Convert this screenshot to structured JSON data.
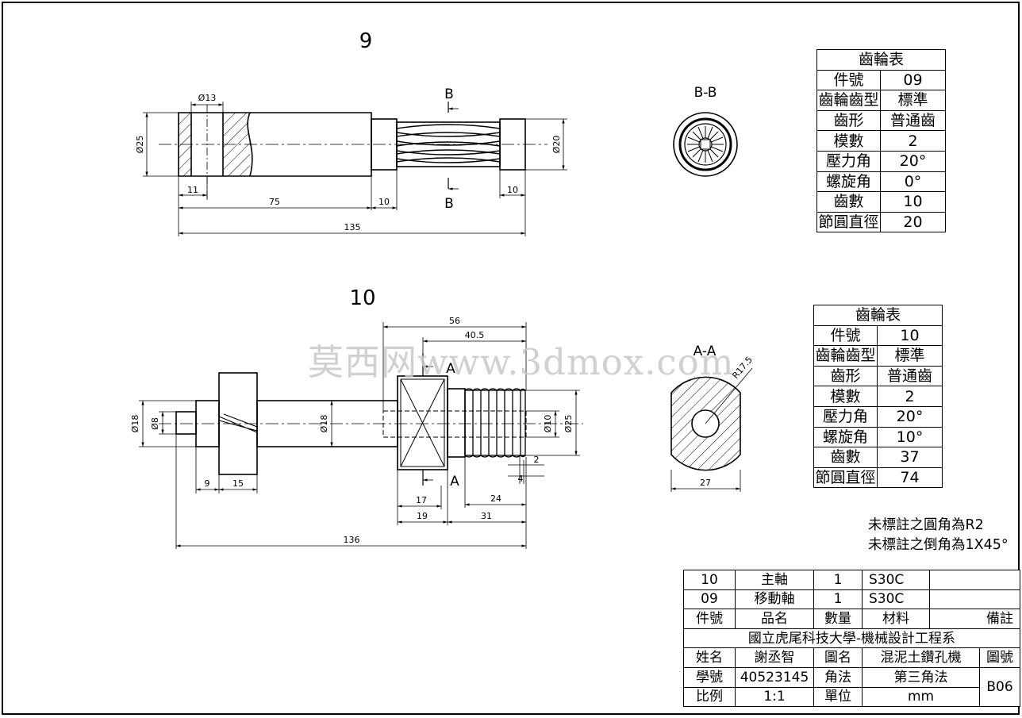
{
  "views": {
    "part9_number": "9",
    "part10_number": "10",
    "section_bb_label": "B-B",
    "section_aa_label": "A-A",
    "cut_b": "B",
    "cut_a": "A"
  },
  "dims9": {
    "d13": "Ø13",
    "d25": "Ø25",
    "d20": "Ø20",
    "l11": "11",
    "l75": "75",
    "l10a": "10",
    "l10b": "10",
    "l135": "135"
  },
  "dims10": {
    "l56": "56",
    "l40_5": "40.5",
    "d18a": "Ø18",
    "d8": "Ø8",
    "d18b": "Ø18",
    "d10": "Ø10",
    "d25": "Ø25",
    "l9": "9",
    "l15": "15",
    "l17": "17",
    "l19": "19",
    "l24": "24",
    "l31": "31",
    "l2": "2",
    "l4": "4",
    "l136": "136",
    "r17_5": "R17.5",
    "l27": "27"
  },
  "gear_table_9": {
    "title": "齒輪表",
    "rows": [
      {
        "k": "件號",
        "v": "09"
      },
      {
        "k": "齒輪齒型",
        "v": "標準"
      },
      {
        "k": "齒形",
        "v": "普通齒"
      },
      {
        "k": "模數",
        "v": "2"
      },
      {
        "k": "壓力角",
        "v": "20°"
      },
      {
        "k": "螺旋角",
        "v": "0°"
      },
      {
        "k": "齒數",
        "v": "10"
      },
      {
        "k": "節圓直徑",
        "v": "20"
      }
    ]
  },
  "gear_table_10": {
    "title": "齒輪表",
    "rows": [
      {
        "k": "件號",
        "v": "10"
      },
      {
        "k": "齒輪齒型",
        "v": "標準"
      },
      {
        "k": "齒形",
        "v": "普通齒"
      },
      {
        "k": "模數",
        "v": "2"
      },
      {
        "k": "壓力角",
        "v": "20°"
      },
      {
        "k": "螺旋角",
        "v": "10°"
      },
      {
        "k": "齒數",
        "v": "37"
      },
      {
        "k": "節圓直徑",
        "v": "74"
      }
    ]
  },
  "notes": {
    "fillet": "未標註之圓角為R2",
    "chamfer": "未標註之倒角為1X45°"
  },
  "parts_list": {
    "rows": [
      {
        "no": "10",
        "name": "主軸",
        "qty": "1",
        "material": "S30C",
        "remark": ""
      },
      {
        "no": "09",
        "name": "移動軸",
        "qty": "1",
        "material": "S30C",
        "remark": ""
      }
    ],
    "header": {
      "no": "件號",
      "name": "品名",
      "qty": "數量",
      "material": "材料",
      "remark": "備註"
    }
  },
  "title_block": {
    "school": "國立虎尾科技大學-機械設計工程系",
    "name_label": "姓名",
    "name": "謝丞智",
    "drawing_name_label": "圖名",
    "drawing_name": "混泥土鑽孔機",
    "drawing_no_label": "圖號",
    "drawing_no": "B06",
    "student_id_label": "學號",
    "student_id": "40523145",
    "projection_label": "角法",
    "projection": "第三角法",
    "scale_label": "比例",
    "scale": "1:1",
    "unit_label": "單位",
    "unit": "mm"
  },
  "watermark": "莫西网www.3dmox.com"
}
